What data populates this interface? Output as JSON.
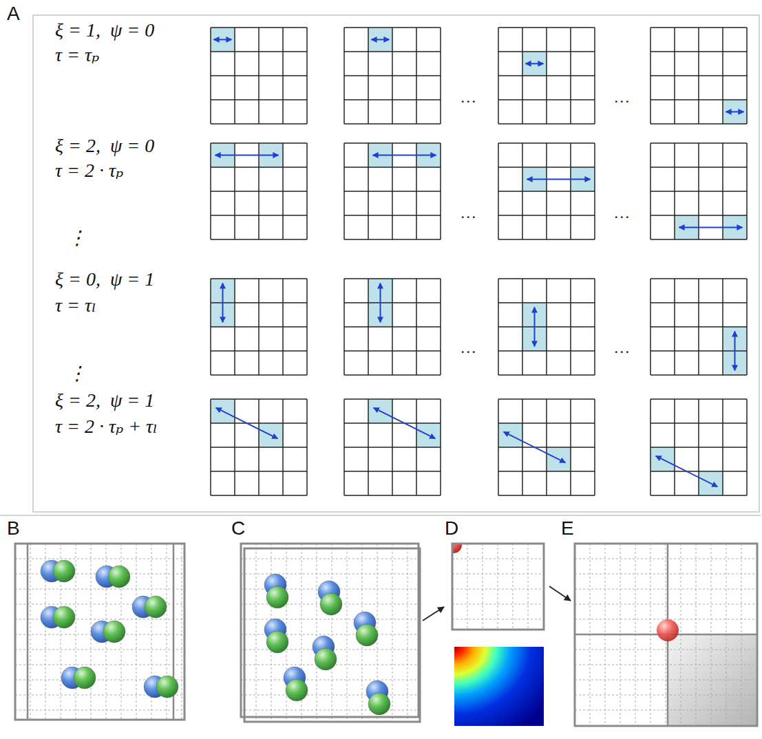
{
  "diagram": {
    "labels": [
      "A",
      "ξ = 1,  ψ = 0",
      "τ = τₚ",
      "…",
      "…",
      "ξ = 2,  ψ = 0",
      "τ = 2 · τₚ",
      "…",
      "…",
      "⋮",
      "ξ = 0,  ψ = 1",
      "τ = τₗ",
      "…",
      "…",
      "⋮",
      "ξ = 2,  ψ = 1",
      "τ = 2 · τₚ + τₗ",
      "B",
      "C",
      "D",
      "E"
    ]
  }
}
